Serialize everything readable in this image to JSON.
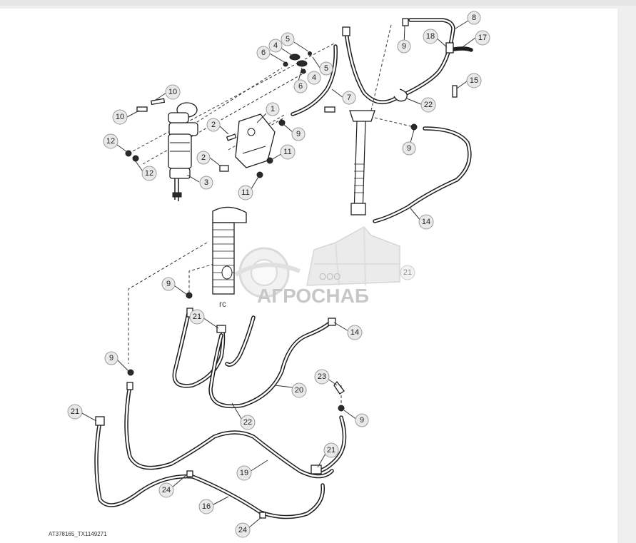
{
  "figure_code": "AT378165_TX1149271",
  "watermark": {
    "prefix": "ООО",
    "brand": "АГРОСНАБ"
  },
  "callouts": {
    "c1": "1",
    "c2a": "2",
    "c2b": "2",
    "c3": "3",
    "c4a": "4",
    "c4b": "4",
    "c5a": "5",
    "c5b": "5",
    "c6a": "6",
    "c6b": "6",
    "c7": "7",
    "c8": "8",
    "c9a": "9",
    "c9b": "9",
    "c9c": "9",
    "c9d": "9",
    "c9e": "9",
    "c9f": "9",
    "c10a": "10",
    "c10b": "10",
    "c11a": "11",
    "c11b": "11",
    "c12a": "12",
    "c12b": "12",
    "c14a": "14",
    "c14b": "14",
    "c15": "15",
    "c16": "16",
    "c17": "17",
    "c18": "18",
    "c19": "19",
    "c20": "20",
    "c21a": "21",
    "c21b": "21",
    "c21c": "21",
    "c21d": "21",
    "c22a": "22",
    "c22b": "22",
    "c23": "23",
    "c24a": "24",
    "c24b": "24"
  }
}
